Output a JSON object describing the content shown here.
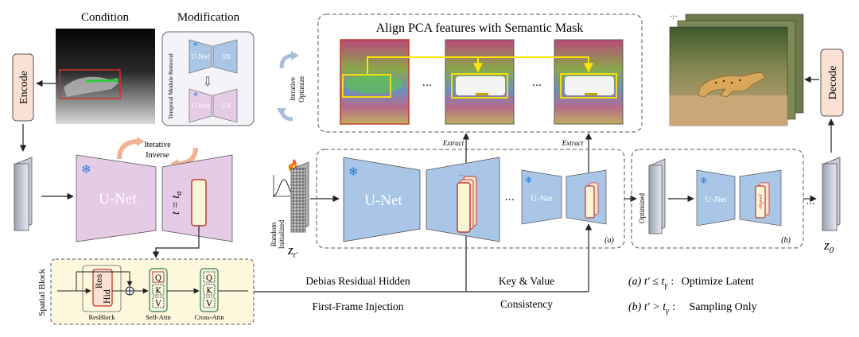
{
  "labels": {
    "condition": "Condition",
    "modification": "Modification",
    "encode": "Encode",
    "decode": "Decode",
    "temporal_removal": "Temporal Module Removal",
    "unet_small": "U-Net",
    "threed": "3D",
    "twod": "2D",
    "iterative": "Iterative",
    "inverse": "Inverse",
    "unet_big": "U-Net",
    "t_eq": "t = t",
    "t_sub": "α",
    "align_title": "Align PCA features with Semantic Mask",
    "iterative_optimize_1": "Iterative",
    "iterative_optimize_2": "Optimize",
    "extract_1": "Extract",
    "extract_2": "Extract",
    "random_initialized_1": "Random",
    "random_initialized_2": "Initialized",
    "z_t_prime": "z",
    "z_t_prime_sub": "t′",
    "dots": "...",
    "dots_small": "···",
    "a_label": "(a)",
    "b_label": "(b)",
    "optimized": "Optimized",
    "aligned": "Aligned",
    "z_zero": "z",
    "z_zero_sub": "0",
    "spatial_block": "Spatial Block",
    "res_hid_1": "Res",
    "res_hid_2": "Hid",
    "resblock": "ResBlock",
    "self_attn": "Self-Attn",
    "cross_attn": "Cross-Attn",
    "q": "Q",
    "k": "K",
    "v": "V",
    "debias": "Debias Residual Hidden",
    "first_frame": "First-Frame Injection",
    "key_value_1": "Key & Value",
    "key_value_2": "Consistency",
    "legend_a_prefix": "(a)  t′ ≤ t",
    "legend_a_sub": "γ",
    "legend_a_text": "Optimize Latent",
    "legend_b_prefix": "(b)  t′ > t",
    "legend_b_sub": "γ",
    "legend_b_text": "Sampling Only"
  },
  "colors": {
    "pink_unet": "#e6cbe6",
    "blue_unet": "#a9c6e6",
    "encode_fill": "#fbe1d4",
    "block_fill": "#fdf7dc",
    "arrow_orange": "#f2b394",
    "highlight_yellow": "#ffe600",
    "red_feature": "#c0392b"
  }
}
